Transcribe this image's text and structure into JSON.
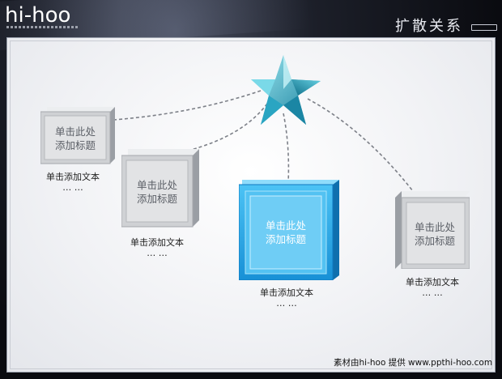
{
  "header": {
    "logo": "hi-hoo",
    "title": "扩散关系"
  },
  "boxes": [
    {
      "title_line1": "单击此处",
      "title_line2": "添加标题",
      "caption": "单击添加文本",
      "dots": "… …"
    },
    {
      "title_line1": "单击此处",
      "title_line2": "添加标题",
      "caption": "单击添加文本",
      "dots": "… …"
    },
    {
      "title_line1": "单击此处",
      "title_line2": "添加标题",
      "caption": "单击添加文本",
      "dots": "… …"
    },
    {
      "title_line1": "单击此处",
      "title_line2": "添加标题",
      "caption": "单击添加文本",
      "dots": "… …"
    }
  ],
  "footer": {
    "credit": "素材由hi-hoo 提供  www.ppthi-hoo.com"
  },
  "colors": {
    "accent_blue": "#29a8e8",
    "star_teal": "#2fb3cc",
    "box_gray": "#d2d4d7"
  },
  "icons": {
    "center": "star-icon"
  }
}
